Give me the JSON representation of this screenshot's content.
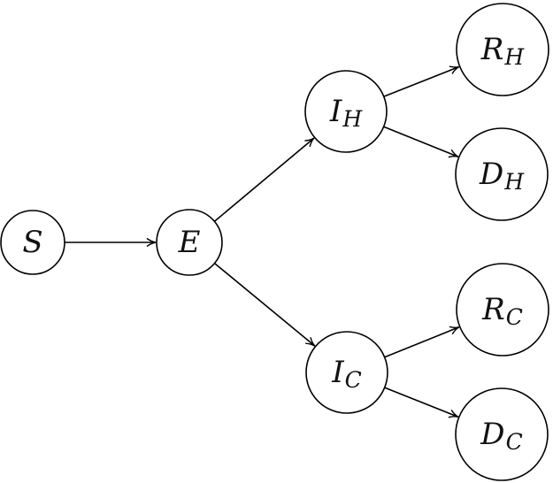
{
  "diagram": {
    "nodes": [
      {
        "id": "S",
        "main": "S",
        "sub": ""
      },
      {
        "id": "E",
        "main": "E",
        "sub": ""
      },
      {
        "id": "IH",
        "main": "I",
        "sub": "H"
      },
      {
        "id": "IC",
        "main": "I",
        "sub": "C"
      },
      {
        "id": "RH",
        "main": "R",
        "sub": "H"
      },
      {
        "id": "DH",
        "main": "D",
        "sub": "H"
      },
      {
        "id": "RC",
        "main": "R",
        "sub": "C"
      },
      {
        "id": "DC",
        "main": "D",
        "sub": "C"
      }
    ],
    "edges": [
      {
        "from": "S",
        "to": "E"
      },
      {
        "from": "E",
        "to": "IH"
      },
      {
        "from": "E",
        "to": "IC"
      },
      {
        "from": "IH",
        "to": "RH"
      },
      {
        "from": "IH",
        "to": "DH"
      },
      {
        "from": "IC",
        "to": "RC"
      },
      {
        "from": "IC",
        "to": "DC"
      }
    ]
  }
}
